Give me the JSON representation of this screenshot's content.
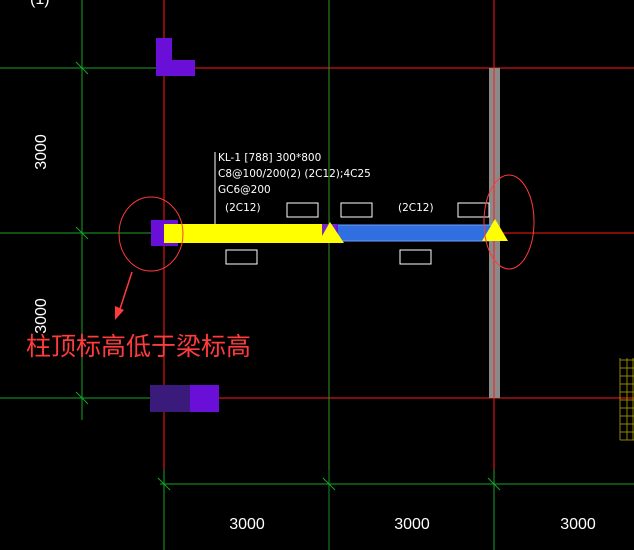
{
  "corner_label": "(1)",
  "dimensions": {
    "vertical_upper": "3000",
    "vertical_lower": "3000",
    "horizontal_1": "3000",
    "horizontal_2": "3000",
    "horizontal_3": "3000"
  },
  "beam": {
    "line1": "KL-1 [788] 300*800",
    "line2": "C8@100/200(2) (2C12);4C25",
    "line3": "GC6@200",
    "line4": "(2C12)",
    "span2_label": "(2C12)"
  },
  "annotation": "柱顶标高低于梁标高",
  "colors": {
    "grid_red": "#ff1a1a",
    "grid_green": "#17a52a",
    "beam_yellow": "#ffff00",
    "beam_blue": "#2f6fe0",
    "column_purple": "#6a0fd8",
    "column_purple_dark": "#3a1a7a",
    "annotation_red": "#ff3b3b"
  }
}
